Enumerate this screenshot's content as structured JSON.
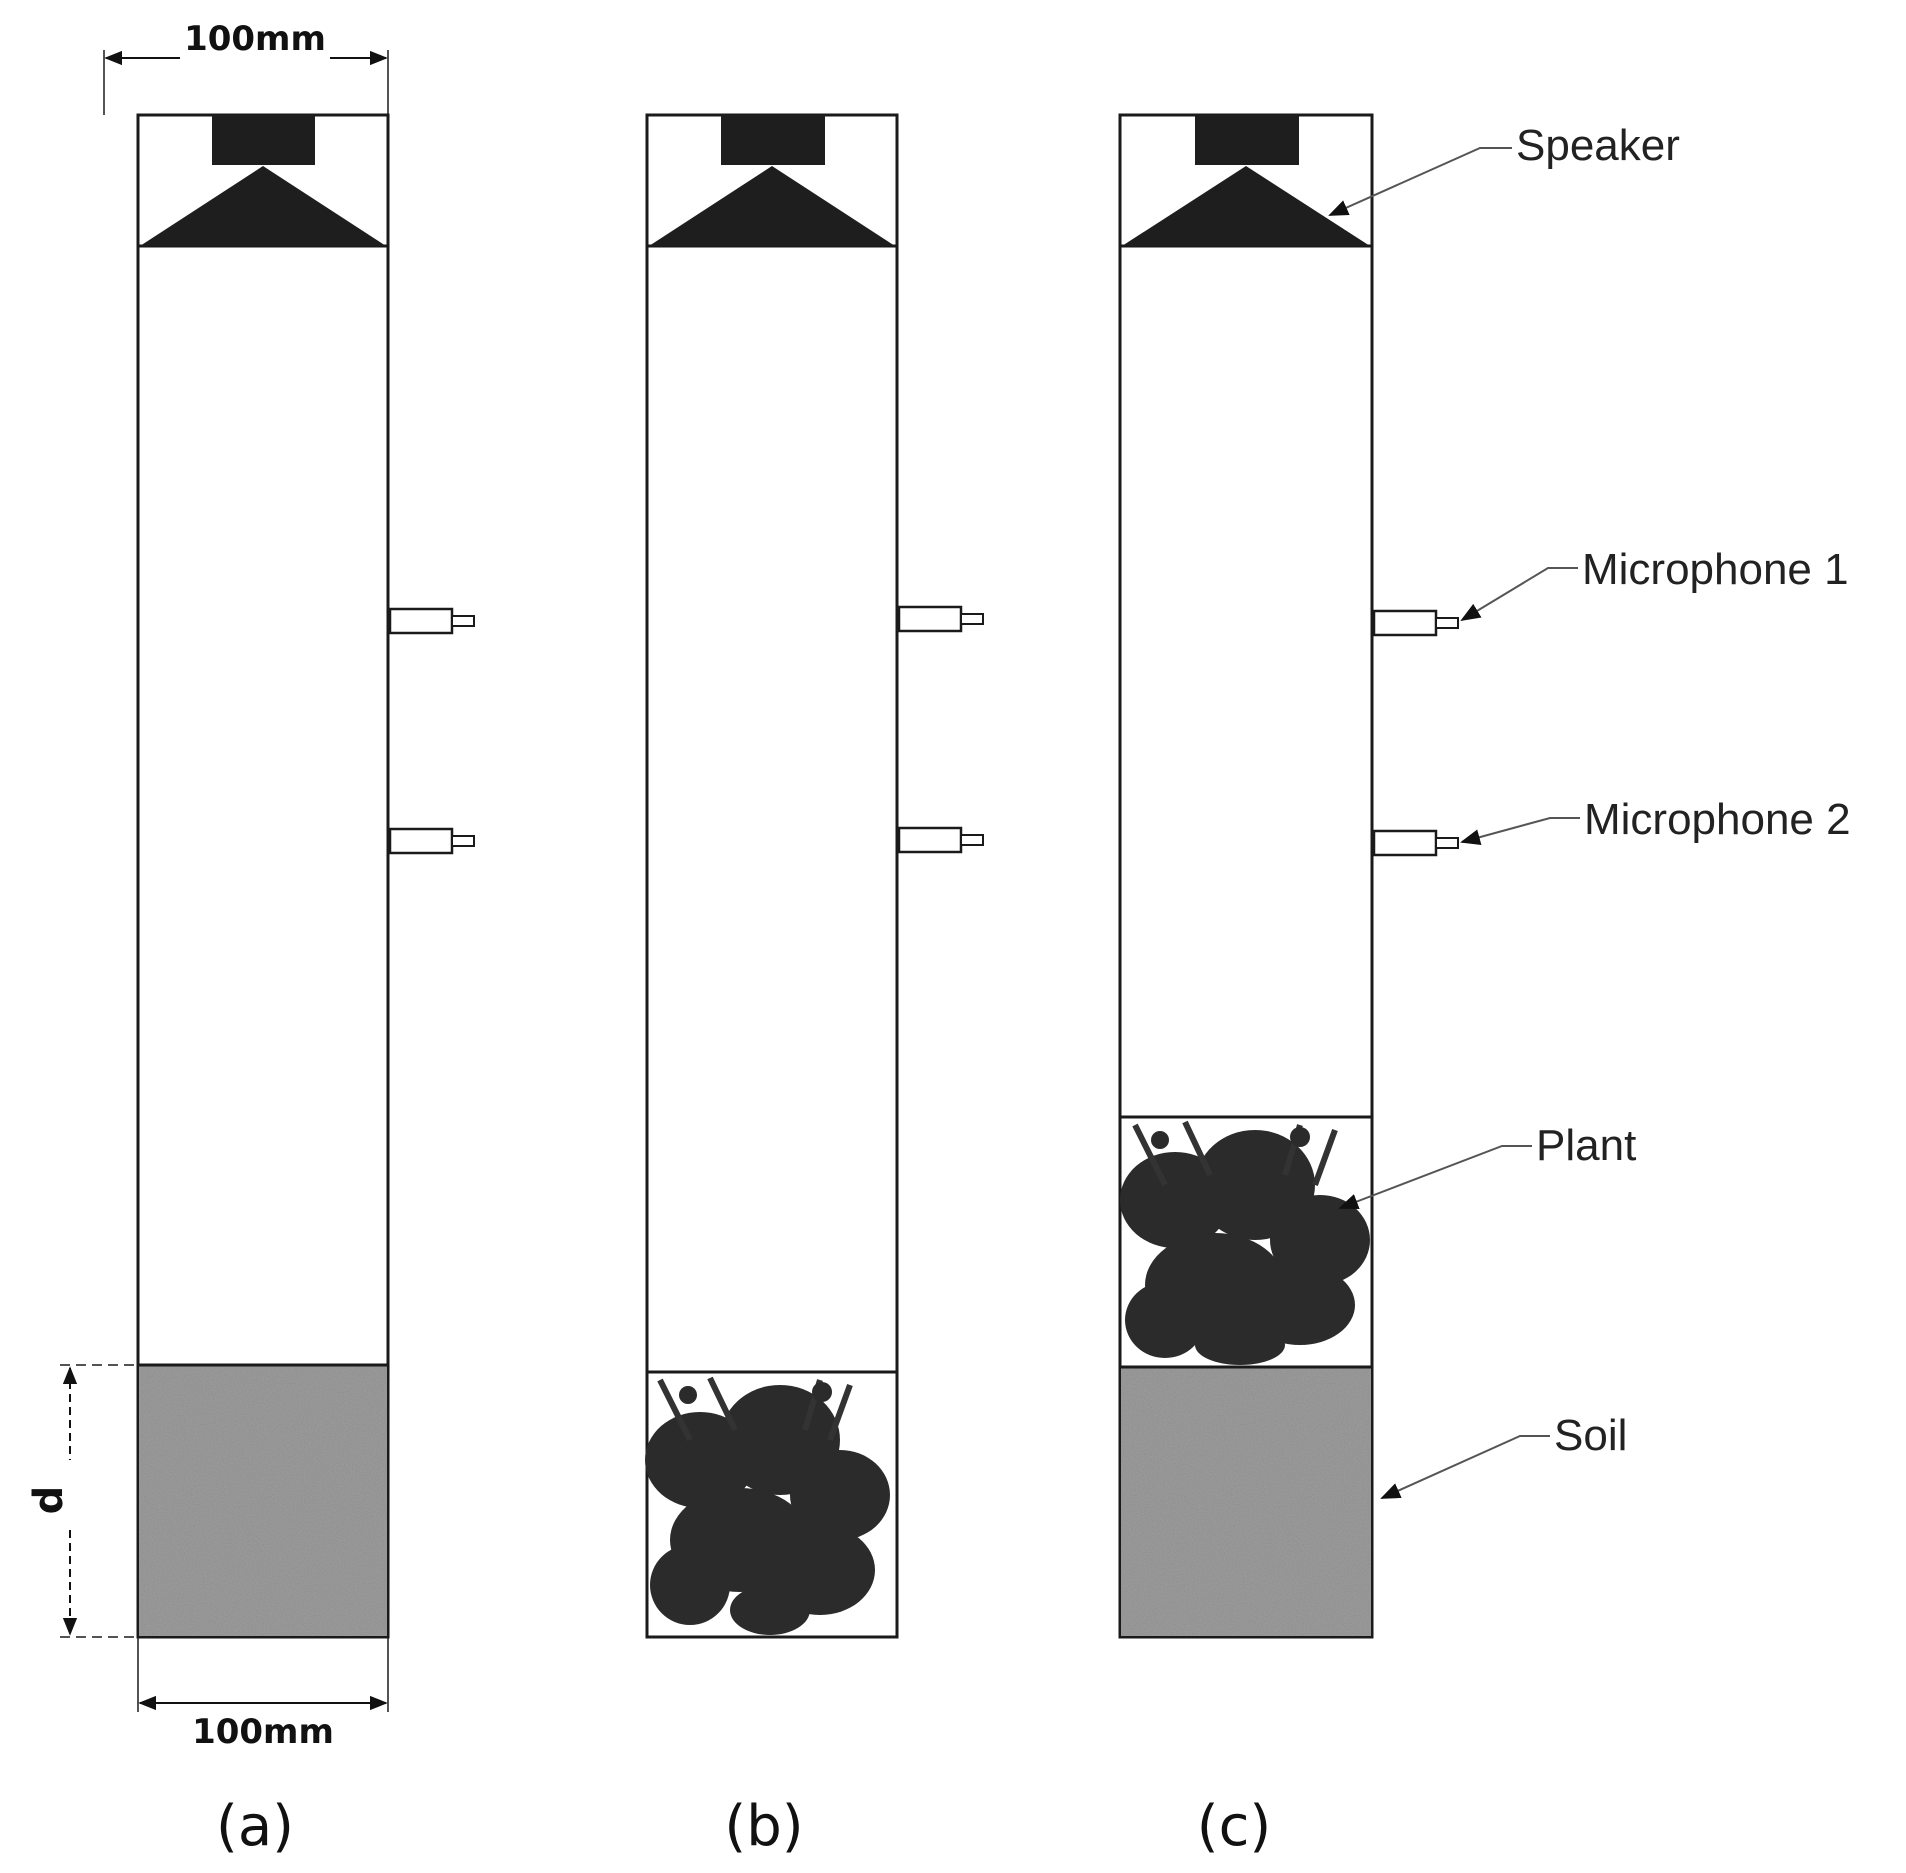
{
  "dimensions": {
    "top_width": "100mm",
    "bottom_width": "100mm",
    "depth": "d"
  },
  "callouts": {
    "speaker": "Speaker",
    "microphone_1": "Microphone 1",
    "microphone_2": "Microphone 2",
    "plant": "Plant",
    "soil": "Soil"
  },
  "captions": {
    "a": "(a)",
    "b": "(b)",
    "c": "(c)"
  },
  "colors": {
    "outline": "#1a1a1a",
    "speaker_fill": "#1e1e1e",
    "soil_fill": "#8c8c8c",
    "plant_fill": "#2b2b2b"
  }
}
